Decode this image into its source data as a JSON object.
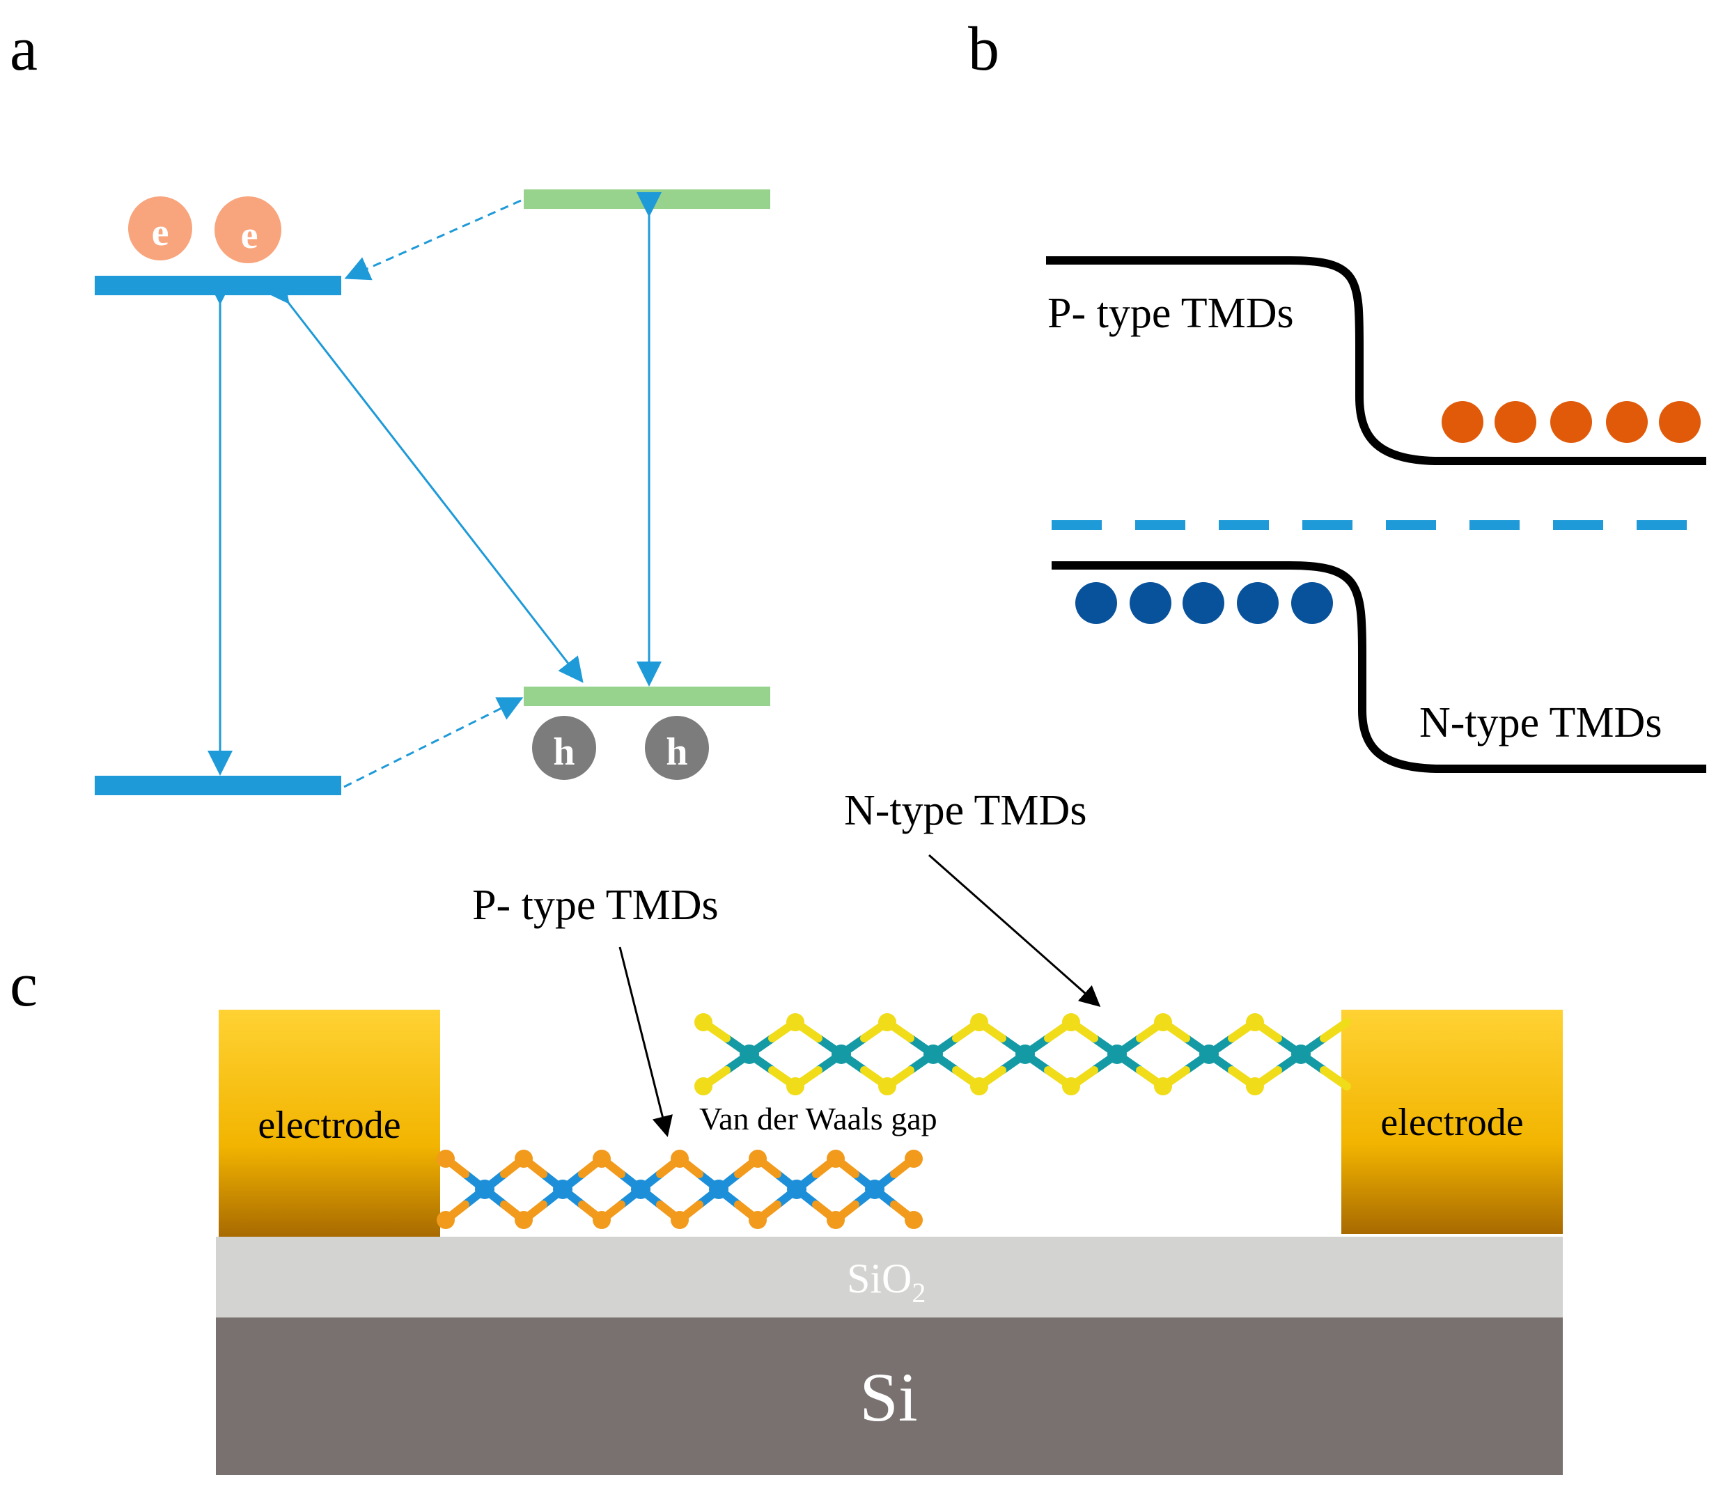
{
  "panels": {
    "a": {
      "label": "a",
      "electron_label": "e",
      "hole_label": "h",
      "colors": {
        "left_material": "#1e9ad8",
        "right_material": "#97d38c",
        "electron": "#f8a57d",
        "hole": "#7c7c7c",
        "arrow": "#1e9ad8"
      }
    },
    "b": {
      "label": "b",
      "p_type_label": "P- type TMDs",
      "n_type_label": "N-type TMDs",
      "colors": {
        "band": "#000000",
        "fermi_level": "#1e9ad8",
        "electron_dots": "#e05a0a",
        "hole_dots": "#08529c"
      }
    },
    "c": {
      "label": "c",
      "n_type_label": "N-type TMDs",
      "p_type_label": "P- type TMDs",
      "gap_label": "Van der Waals gap",
      "electrode_left": "electrode",
      "electrode_right": "electrode",
      "oxide_label": "SiO",
      "oxide_subscript": "2",
      "substrate_label": "Si",
      "colors": {
        "electrode_top": "#ffd233",
        "electrode_mid": "#f2b400",
        "electrode_bottom": "#a86a00",
        "oxide": "#d3d3d1",
        "substrate": "#787170",
        "p_metal": "#1d8fd8",
        "p_chalcogen": "#f19a1c",
        "n_metal": "#139aa4",
        "n_chalcogen": "#f0dc18"
      }
    }
  }
}
